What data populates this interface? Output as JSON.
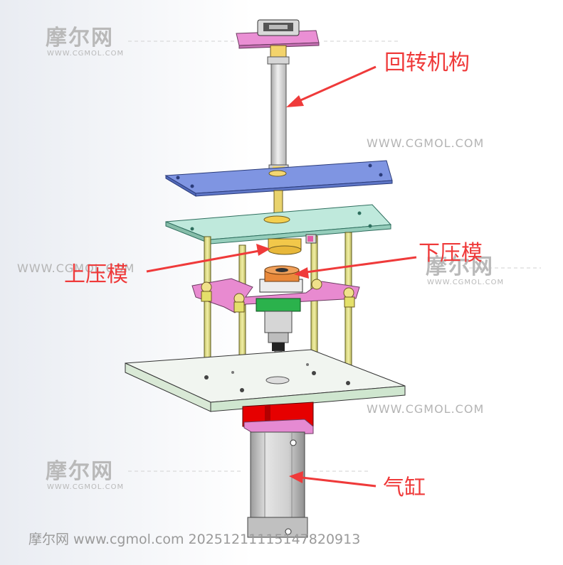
{
  "labels": {
    "rotary_mechanism": "回转机构",
    "upper_die": "上压模",
    "lower_die": "下压模",
    "cylinder": "气缸"
  },
  "watermarks": {
    "logo_cn": "摩尔网",
    "logo_en": "WWW.CGMOL.COM",
    "url": "WWW.CGMOL.COM",
    "footer": "摩尔网 www.cgmol.com 20251211115147820913"
  },
  "colors": {
    "callout": "#ef3a3a",
    "magenta_part": "#e88ad0",
    "blue_plate": "#7f95e2",
    "cyan_plate": "#bfe9dc",
    "base_plate": "#f1f5f0",
    "yellow_rod": "#e2e08c",
    "red_block": "#e60000",
    "orange_die": "#e9893a",
    "cylinder_body": "#c9c9c9",
    "green_part": "#2bb24c"
  }
}
